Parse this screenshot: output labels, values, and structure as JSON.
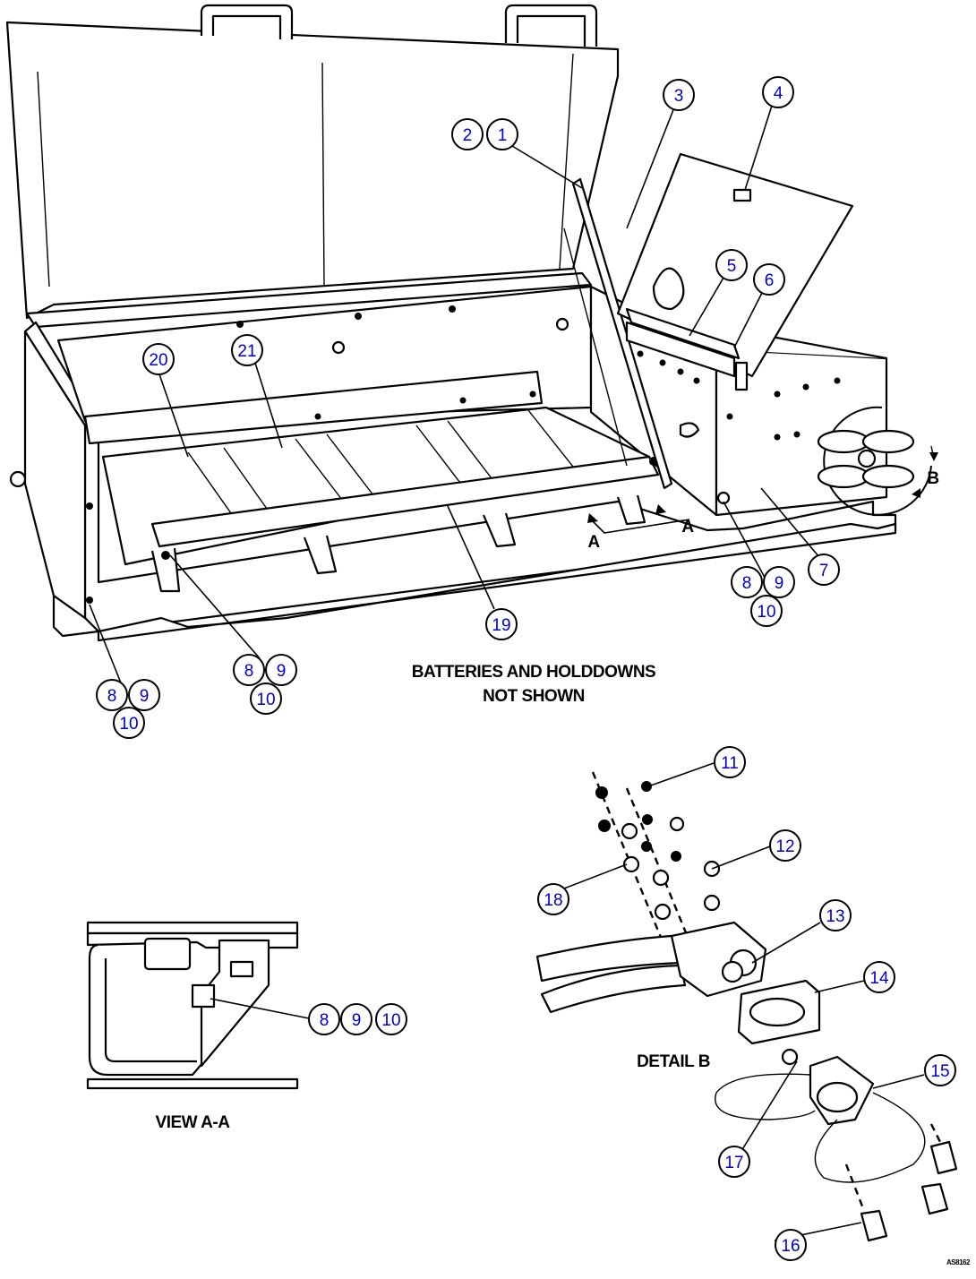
{
  "figure": {
    "main_caption_line1": "BATTERIES AND HOLDDOWNS",
    "main_caption_line2": "NOT SHOWN",
    "view_caption": "VIEW A-A",
    "detail_caption": "DETAIL B",
    "section_marker_a_left": "A",
    "section_marker_a_right": "A",
    "detail_marker_b": "B",
    "figure_id": "AS8162"
  },
  "callouts": [
    {
      "num": "1"
    },
    {
      "num": "2"
    },
    {
      "num": "3"
    },
    {
      "num": "4"
    },
    {
      "num": "5"
    },
    {
      "num": "6"
    },
    {
      "num": "7"
    },
    {
      "num": "8"
    },
    {
      "num": "9"
    },
    {
      "num": "10"
    },
    {
      "num": "8"
    },
    {
      "num": "9"
    },
    {
      "num": "10"
    },
    {
      "num": "8"
    },
    {
      "num": "9"
    },
    {
      "num": "10"
    },
    {
      "num": "11"
    },
    {
      "num": "12"
    },
    {
      "num": "13"
    },
    {
      "num": "14"
    },
    {
      "num": "15"
    },
    {
      "num": "16"
    },
    {
      "num": "17"
    },
    {
      "num": "18"
    },
    {
      "num": "19"
    },
    {
      "num": "20"
    },
    {
      "num": "21"
    },
    {
      "num": "8"
    },
    {
      "num": "9"
    },
    {
      "num": "10"
    }
  ],
  "colors": {
    "callout_text": "#0000cc",
    "line_art": "#000000",
    "background": "#ffffff"
  }
}
